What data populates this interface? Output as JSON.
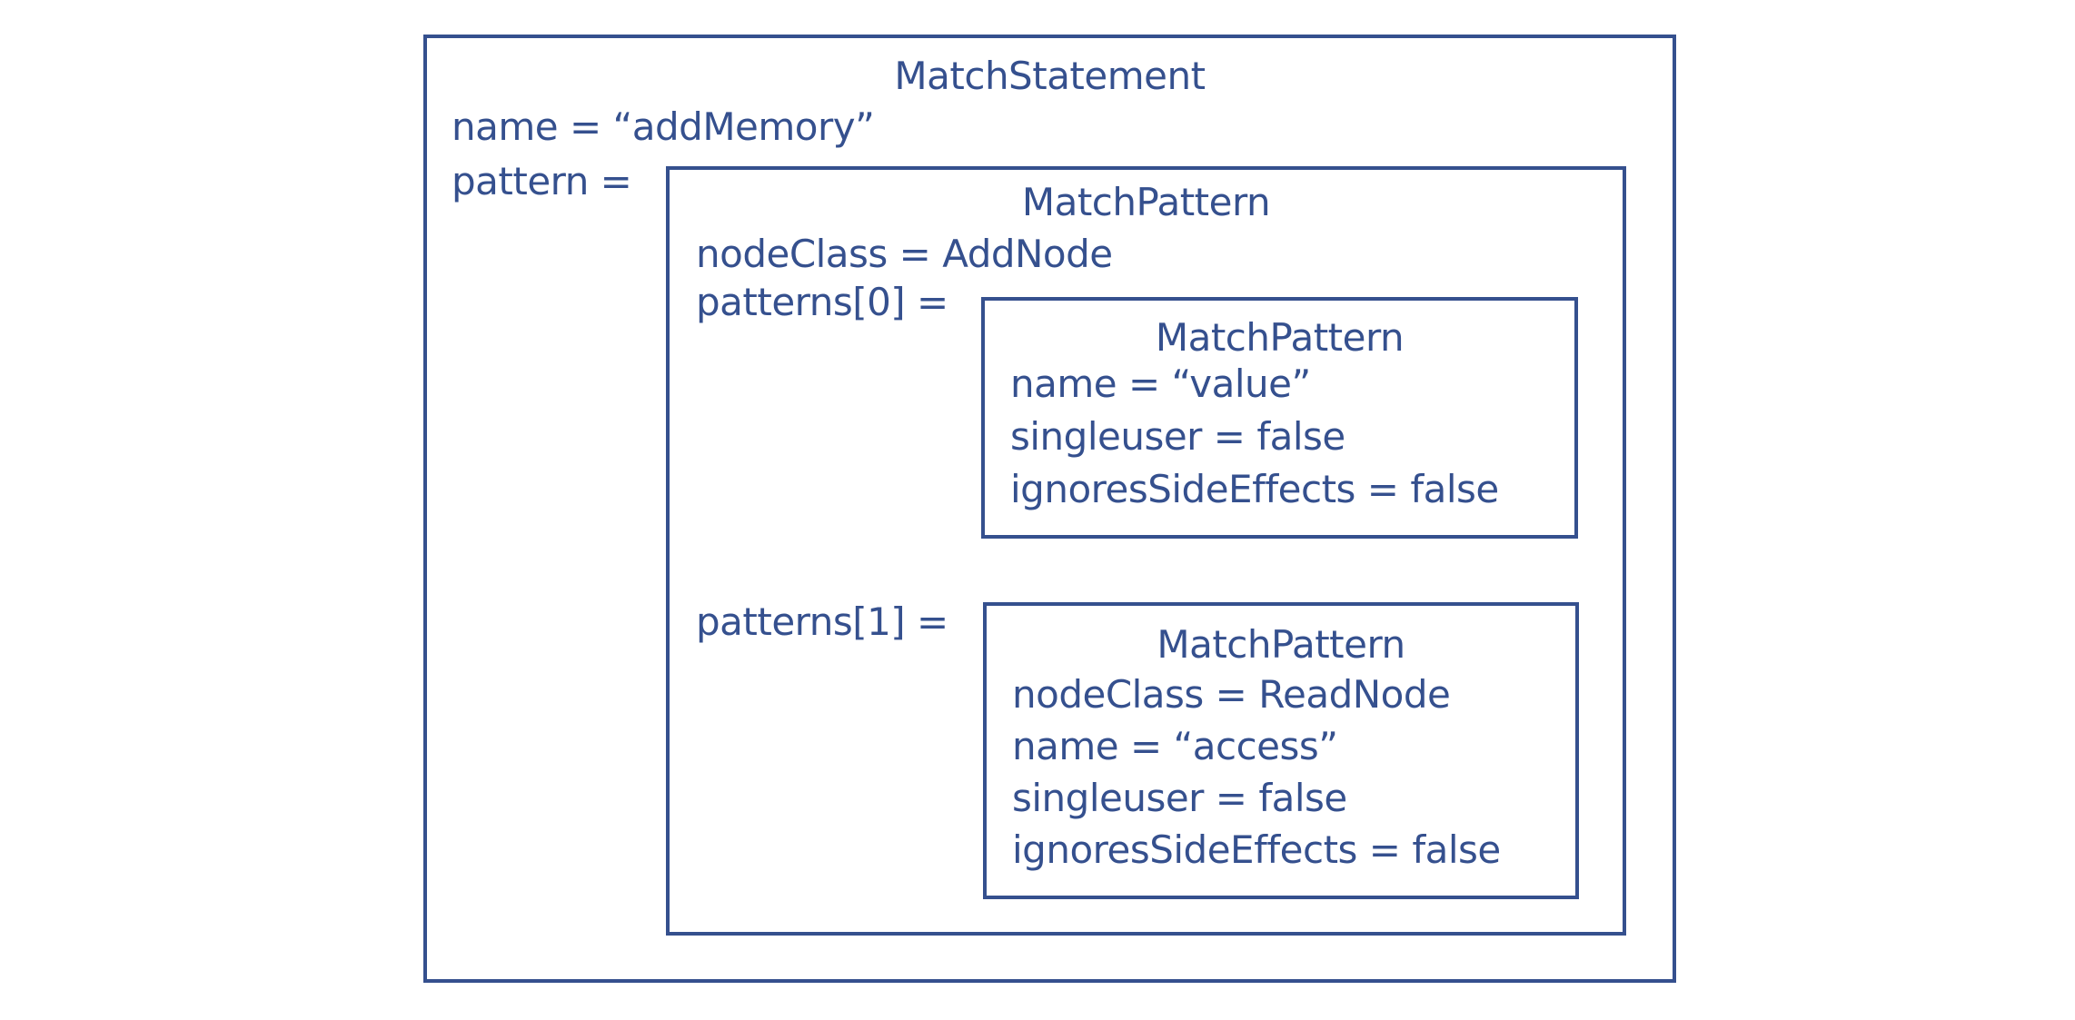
{
  "colors": {
    "ink": "#35508e",
    "background": "#ffffff"
  },
  "match_statement": {
    "title": "MatchStatement",
    "name_field": "name = “addMemory”",
    "pattern_field": "pattern =",
    "pattern": {
      "title": "MatchPattern",
      "node_class_field": "nodeClass = AddNode",
      "patterns0_field": "patterns[0] =",
      "patterns1_field": "patterns[1] =",
      "patterns": [
        {
          "title": "MatchPattern",
          "lines": [
            "name = “value”",
            "singleuser = false",
            "ignoresSideEffects = false"
          ]
        },
        {
          "title": "MatchPattern",
          "lines": [
            "nodeClass = ReadNode",
            "name = “access”",
            "singleuser = false",
            "ignoresSideEffects = false"
          ]
        }
      ]
    }
  }
}
